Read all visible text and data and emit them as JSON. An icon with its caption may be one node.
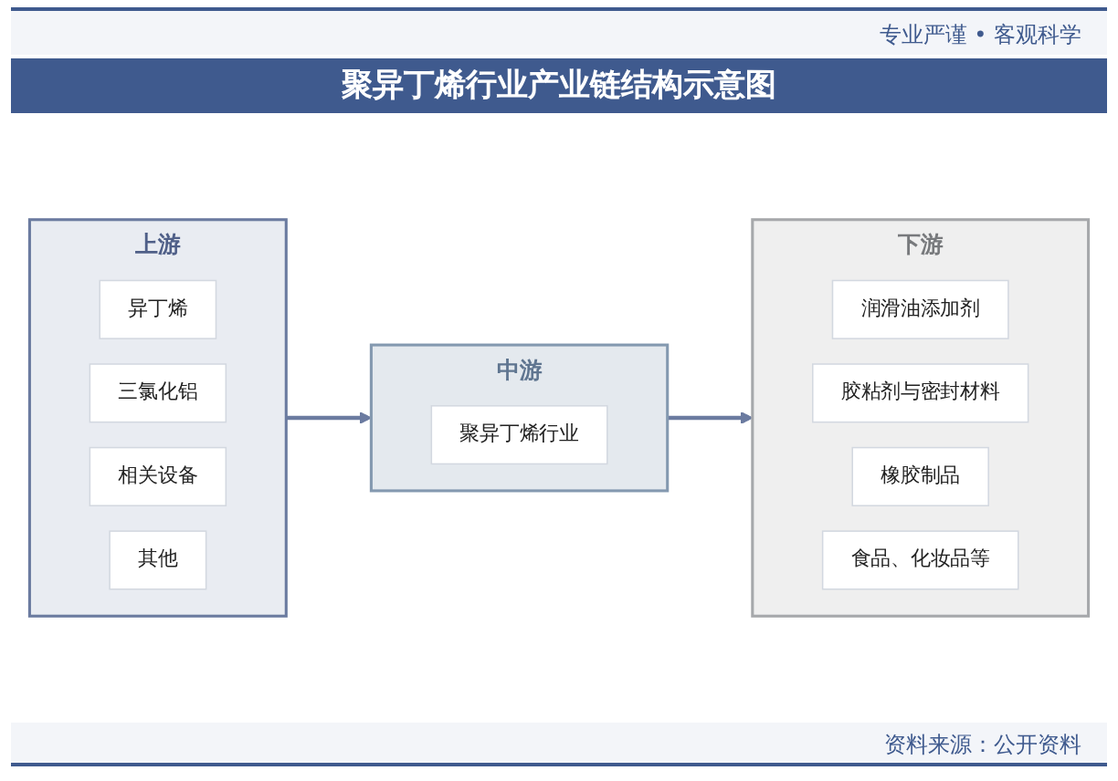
{
  "diagram": {
    "title": "聚异丁烯行业产业链结构示意图",
    "nodes": [
      {
        "text": [
          "上游"
        ]
      },
      {
        "text": [
          "异丁烯"
        ],
        "in": 0
      },
      {
        "text": [
          "三氯化铝"
        ],
        "in": 0
      },
      {
        "text": [
          "相关设备"
        ],
        "in": 0
      },
      {
        "text": [
          "其他"
        ],
        "in": 0
      },
      {
        "text": [
          "中游"
        ]
      },
      {
        "text": [
          "聚异丁烯行业"
        ],
        "in": 5
      },
      {
        "text": [
          "下游"
        ]
      },
      {
        "text": [
          "润滑油添加剂"
        ],
        "in": 7
      },
      {
        "text": [
          "胶粘剂与密封材料"
        ],
        "in": 7
      },
      {
        "text": [
          "橡胶制品"
        ],
        "in": 7
      },
      {
        "text": [
          "食品、化妆品等"
        ],
        "in": 7
      }
    ],
    "edges": [
      {
        "from": 0,
        "to": 5,
        "arrow": "to"
      },
      {
        "from": 5,
        "to": 7,
        "arrow": "to"
      }
    ],
    "labels": [
      "专业严谨 • 客观科学",
      "资料来源：公开资料"
    ]
  }
}
